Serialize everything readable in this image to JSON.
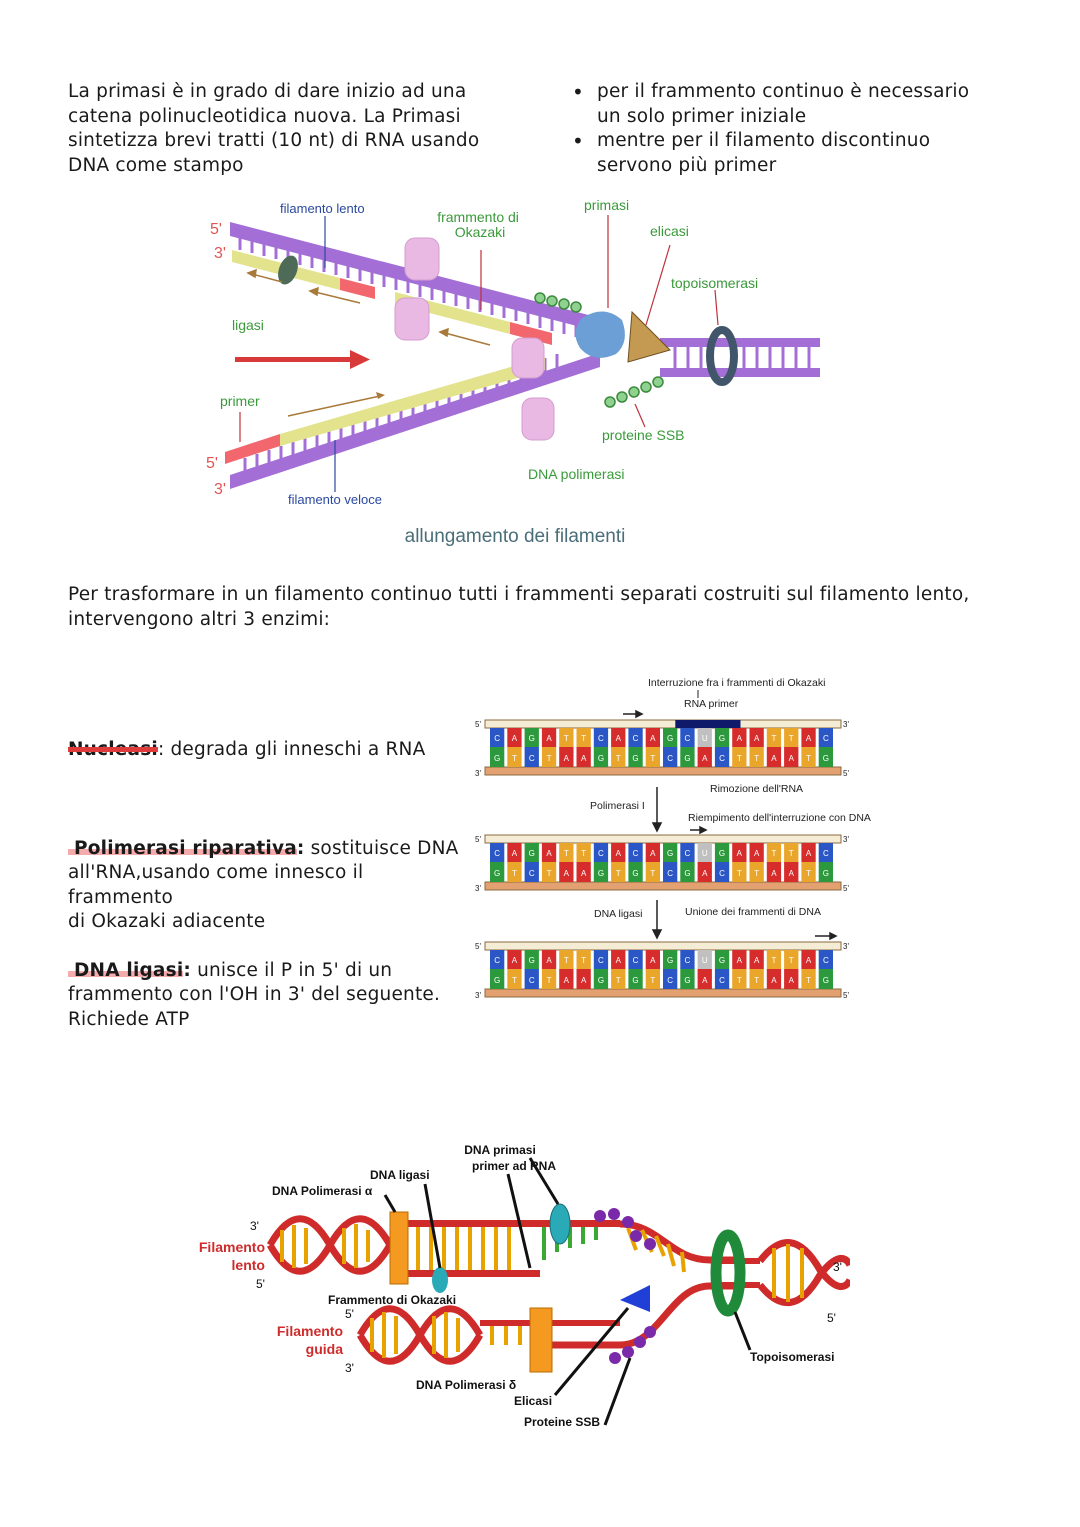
{
  "intro": {
    "left": "La primasi è in grado di dare inizio ad una\ncatena polinucleotidica nuova. La Primasi\nsintetizza brevi tratti (10 nt) di RNA usando\nDNA come stampo",
    "bullets": [
      "per il frammento continuo è necessario\nun solo primer iniziale",
      "mentre per il filamento discontinuo\nservono più primer"
    ]
  },
  "figure1": {
    "labels": {
      "five_top": "5'",
      "three_top": "3'",
      "filamento_lento": "filamento lento",
      "frammento_okazaki": "frammento di\nOkazaki",
      "primasi": "primasi",
      "elicasi": "elicasi",
      "topoisomerasi": "topoisomerasi",
      "ligasi": "ligasi",
      "primer": "primer",
      "five_bottom": "5'",
      "three_bottom": "3'",
      "filamento_veloce": "filamento veloce",
      "proteine_ssb": "proteine SSB",
      "dna_polimerasi": "DNA polimerasi"
    },
    "caption": "allungamento dei filamenti",
    "colors": {
      "strand": "#a36fd6",
      "new": "#e2e38c",
      "primer": "#f2676e",
      "enzyme": "#e9b8e3"
    }
  },
  "middle_text": "Per trasformare in un filamento continuo tutti i frammenti separati costruiti sul filamento lento,\nintervengono altri 3 enzimi:",
  "enzymes": [
    {
      "name": "Nucleasi",
      "sep": ":",
      "desc": " degrada gli inneschi a RNA"
    },
    {
      "name": "Polimerasi riparativa",
      "sep": ":",
      "desc": " sostituisce DNA\nall'RNA,usando come innesco il frammento\ndi Okazaki adiacente"
    },
    {
      "name": "DNA ligasi",
      "sep": ":",
      "desc": " unisce il P in 5' di un\nframmento con l'OH in 3' del seguente.\nRichiede ATP"
    }
  ],
  "figure2": {
    "top_label": "Interruzione fra i frammenti di Okazaki",
    "rna_primer": "RNA primer",
    "rimozione": "Rimozione dell'RNA",
    "polimerasi": "Polimerasi I",
    "riempimento": "Riempimento dell'interruzione con DNA",
    "dna_ligasi": "DNA ligasi",
    "unione": "Unione dei frammenti di DNA",
    "end5": "5'",
    "end3": "3'",
    "bases_top": [
      "C",
      "A",
      "G",
      "A",
      "T",
      "T",
      "C",
      "A",
      "C",
      "A",
      "G",
      "C",
      "U",
      "G",
      "A",
      "A",
      "T",
      "T",
      "A",
      "C"
    ],
    "bases_bottom": [
      "G",
      "T",
      "C",
      "T",
      "A",
      "A",
      "G",
      "T",
      "G",
      "T",
      "C",
      "G",
      "A",
      "C",
      "T",
      "T",
      "A",
      "A",
      "T",
      "G"
    ]
  },
  "figure3": {
    "dna_primasi": "DNA primasi\nprimer ad RNA",
    "dna_ligasi": "DNA ligasi",
    "pol_alpha": "DNA Polimerasi α",
    "filamento_lento": "Filamento\nlento",
    "frammento_okazaki": "Frammento di Okazaki",
    "filamento_guida": "Filamento\nguida",
    "pol_delta": "DNA Polimerasi δ",
    "elicasi": "Elicasi",
    "proteine_ssb": "Proteine SSB",
    "topoisomerasi": "Topoisomerasi",
    "ends": {
      "lento3": "3'",
      "lento5": "5'",
      "guida5": "5'",
      "guida3": "3'",
      "right3": "3'",
      "right5": "5'"
    }
  }
}
